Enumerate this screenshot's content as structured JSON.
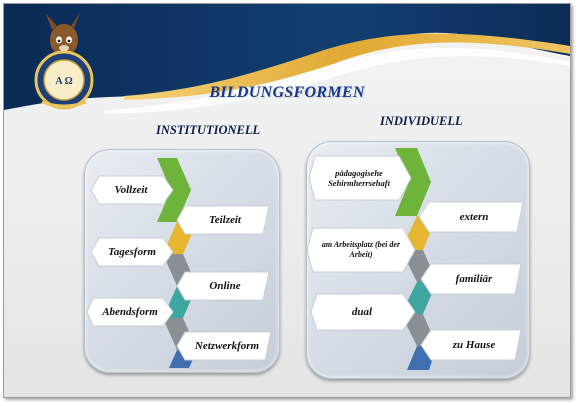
{
  "title": "BILDUNGSFORMEN",
  "left": {
    "heading": "INSTITUTIONELL",
    "items": [
      "Vollzeit",
      "Teilzeit",
      "Tagesform",
      "Online",
      "Abendsform",
      "Netzwerkform"
    ]
  },
  "right": {
    "heading": "INDIVIDUELL",
    "items": [
      "pädagogisehe Sehirmherrsehaft",
      "extern",
      "am Arbeitsplatz (bei der Arbeit)",
      "familiär",
      "dual",
      "zu Hause"
    ]
  },
  "logo": {
    "text": "A Ω",
    "icon": "squirrel-mascot-icon"
  },
  "colors": {
    "navy": "#0d2f5c",
    "gold": "#e2b33c",
    "green": "#6fb43a",
    "yellow": "#e7b530",
    "gray": "#8a8e95",
    "teal": "#3fa5a0",
    "blue": "#3f6fae"
  }
}
